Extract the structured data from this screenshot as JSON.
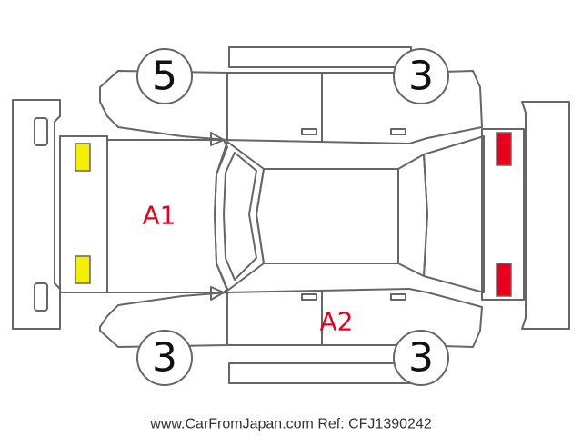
{
  "colors": {
    "outline": "#666666",
    "front_marker": "#f5f000",
    "rear_marker": "#e8001c",
    "damage_text": "#e8001c"
  },
  "tires": {
    "front_left": "5",
    "front_right": "3",
    "rear_left": "3",
    "rear_right": "3"
  },
  "damage_codes": {
    "hood": "A1",
    "right_side": "A2"
  },
  "footer": {
    "text": "www.CarFromJapan.com Ref: CFJ1390242"
  }
}
